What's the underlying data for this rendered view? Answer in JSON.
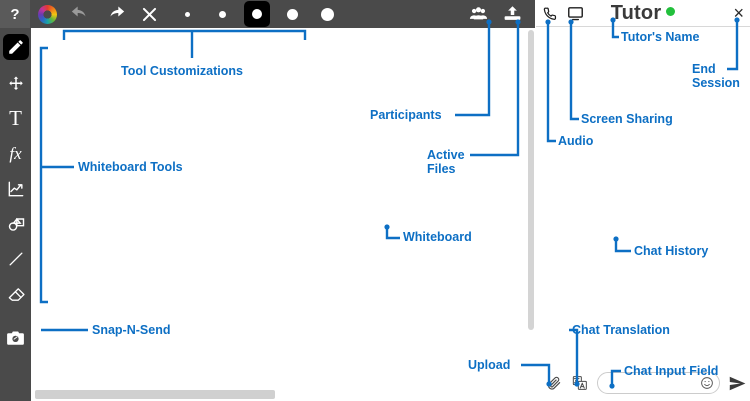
{
  "app": {
    "title": "Tutor",
    "status_dot_color": "#22c03c",
    "accent_color": "#0d6fc4",
    "chrome_color": "#4a4a4a"
  },
  "toolbar": {
    "help_label": "?",
    "items": [
      {
        "name": "color-wheel",
        "label": "Color Wheel"
      },
      {
        "name": "undo",
        "label": "Undo"
      },
      {
        "name": "redo",
        "label": "Redo"
      },
      {
        "name": "clear",
        "label": "Clear"
      }
    ],
    "stroke_sizes": [
      {
        "size": 5,
        "selected": false
      },
      {
        "size": 7,
        "selected": false
      },
      {
        "size": 10,
        "selected": true
      },
      {
        "size": 11,
        "selected": false
      },
      {
        "size": 13,
        "selected": false
      }
    ],
    "right_items": [
      {
        "name": "participants",
        "label": "Participants"
      },
      {
        "name": "active-files",
        "label": "Active Files"
      }
    ]
  },
  "tools": [
    {
      "name": "pencil-tool",
      "label": "Pencil",
      "selected": true
    },
    {
      "name": "move-tool",
      "label": "Move",
      "selected": false
    },
    {
      "name": "text-tool",
      "label": "Text",
      "selected": false
    },
    {
      "name": "formula-tool",
      "label": "Formula",
      "selected": false
    },
    {
      "name": "graph-tool",
      "label": "Graph",
      "selected": false
    },
    {
      "name": "shapes-tool",
      "label": "Shapes",
      "selected": false
    },
    {
      "name": "line-tool",
      "label": "Line",
      "selected": false
    },
    {
      "name": "eraser-tool",
      "label": "Eraser",
      "selected": false
    },
    {
      "name": "camera-tool",
      "label": "Snap-N-Send",
      "selected": false
    }
  ],
  "chat": {
    "header_icons": [
      {
        "name": "audio-call",
        "label": "Audio"
      },
      {
        "name": "screen-share",
        "label": "Screen Sharing"
      }
    ],
    "close_label": "×",
    "input_placeholder": "",
    "input_value": "",
    "bottom_icons": [
      {
        "name": "upload",
        "label": "Upload"
      },
      {
        "name": "translate",
        "label": "Chat Translation"
      }
    ],
    "emoji_label": "☺",
    "send_label": "Send"
  },
  "annotations": [
    {
      "name": "tool-customizations",
      "text": "Tool Customizations"
    },
    {
      "name": "whiteboard-tools",
      "text": "Whiteboard Tools"
    },
    {
      "name": "snap-n-send",
      "text": "Snap-N-Send"
    },
    {
      "name": "participants",
      "text": "Participants"
    },
    {
      "name": "active-files",
      "text": "Active\nFiles"
    },
    {
      "name": "whiteboard",
      "text": "Whiteboard"
    },
    {
      "name": "tutors-name",
      "text": "Tutor's Name"
    },
    {
      "name": "end-session",
      "text": "End\nSession"
    },
    {
      "name": "screen-sharing",
      "text": "Screen Sharing"
    },
    {
      "name": "audio",
      "text": "Audio"
    },
    {
      "name": "chat-history",
      "text": "Chat History"
    },
    {
      "name": "chat-translation",
      "text": "Chat Translation"
    },
    {
      "name": "upload",
      "text": "Upload"
    },
    {
      "name": "chat-input-field",
      "text": "Chat Input Field"
    }
  ]
}
